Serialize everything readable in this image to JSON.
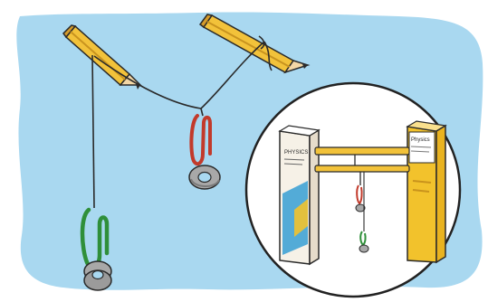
{
  "illustration": {
    "subject": "pendulum-experiment",
    "colors": {
      "background_blue": "#a9d8f0",
      "pencil_yellow": "#f2c23a",
      "pencil_wood": "#f3d7a6",
      "pencil_lead": "#2b2b2b",
      "string": "#2a2a2a",
      "clip_red": "#c23a2b",
      "clip_green": "#2f8f3a",
      "washer_gray": "#a8a8a8",
      "book_blue": "#4aa6d6",
      "book_yellow": "#f2c22c",
      "book_cream": "#f6f1e7",
      "inset_bg": "#ffffff",
      "inset_border": "#222222"
    },
    "book_labels": {
      "left_book_title": "PHYSICS",
      "right_book_title": "Physics"
    }
  }
}
